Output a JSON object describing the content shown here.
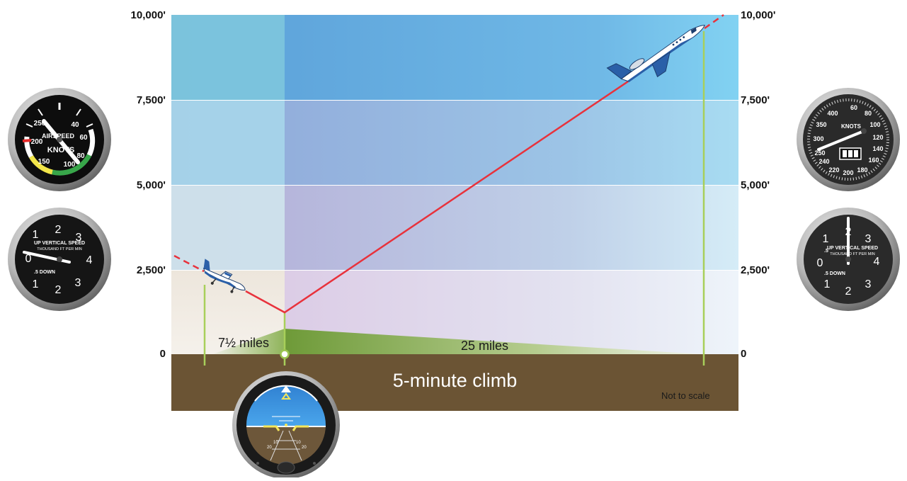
{
  "altitude_labels": {
    "a10000": "10,000'",
    "a7500": "7,500'",
    "a5000": "5,000'",
    "a2500": "2,500'",
    "a0": "0"
  },
  "distance_labels": {
    "first_segment": "7½ miles",
    "second_segment": "25 miles"
  },
  "ground_caption": "5-minute climb",
  "scale_note": "Not to scale",
  "airspeed_small": {
    "title": "AIRSPEED",
    "units": "KNOTS",
    "ticks": [
      "250",
      "40",
      "60",
      "200",
      "80",
      "150",
      "100"
    ]
  },
  "airspeed_jet": {
    "units": "KNOTS",
    "ticks": [
      "60",
      "80",
      "100",
      "120",
      "140",
      "160",
      "180",
      "200",
      "220",
      "240",
      "250",
      "300",
      "350",
      "400"
    ]
  },
  "vsi": {
    "line1": "UP VERTICAL SPEED",
    "line2": "THOUSAND FT PER MIN",
    "down": ".5 DOWN",
    "up": ".5",
    "numerals": [
      "0",
      "1",
      "2",
      "3",
      "4",
      "1",
      "2",
      "3"
    ]
  },
  "attitude": {
    "pitch_marks": [
      "10",
      "10",
      "20",
      "20"
    ]
  },
  "colors": {
    "sky_top": "#6fc8ec",
    "climb_line": "#e8323c",
    "ground": "#6b5434",
    "marker": "#a8cf5a"
  }
}
